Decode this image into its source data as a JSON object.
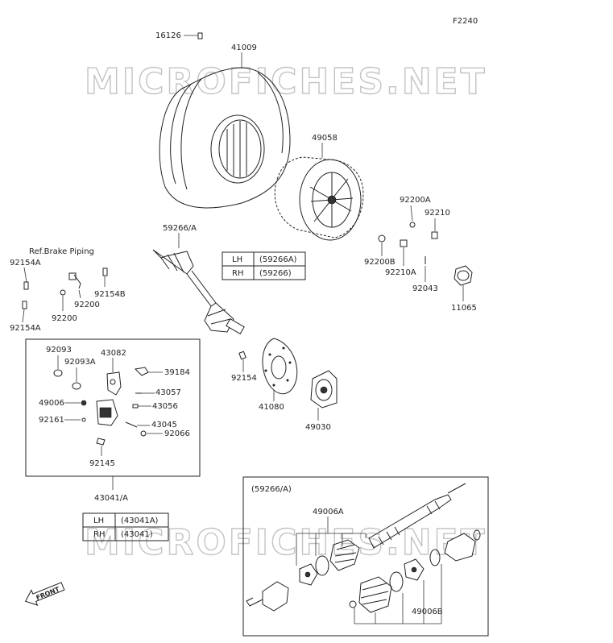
{
  "diagram_id": "F2240",
  "watermark": "MICROFICHES.NET",
  "note": "Ref.Brake Piping",
  "front_label": "FRONT",
  "callouts": {
    "p16126": "16126",
    "p41009": "41009",
    "p49058": "49058",
    "p59266a": "59266/A",
    "p92200a": "92200A",
    "p92210": "92210",
    "p92200b": "92200B",
    "p92210a": "92210A",
    "p92043": "92043",
    "p11065": "11065",
    "p92154a_top": "92154A",
    "p92154a_bot": "92154A",
    "p92154b": "92154B",
    "p92200_1": "92200",
    "p92200_2": "92200",
    "p92093": "92093",
    "p92093a": "92093A",
    "p43082": "43082",
    "p39184": "39184",
    "p49006": "49006",
    "p43057": "43057",
    "p43056": "43056",
    "p92161": "92161",
    "p43045": "43045",
    "p92066": "92066",
    "p92145": "92145",
    "p43041a": "43041/A",
    "p92154": "92154",
    "p41080": "41080",
    "p49030": "49030",
    "p59266a_box": "(59266/A)",
    "p49006a": "49006A",
    "p49006b": "49006B"
  },
  "table_shaft": {
    "rows": [
      {
        "side": "LH",
        "part": "(59266A)"
      },
      {
        "side": "RH",
        "part": "(59266)"
      }
    ]
  },
  "table_caliper": {
    "rows": [
      {
        "side": "LH",
        "part": "(43041A)"
      },
      {
        "side": "RH",
        "part": "(43041)"
      }
    ]
  },
  "colors": {
    "line": "#222222",
    "watermark": "#c4c4c4",
    "background": "#ffffff"
  }
}
